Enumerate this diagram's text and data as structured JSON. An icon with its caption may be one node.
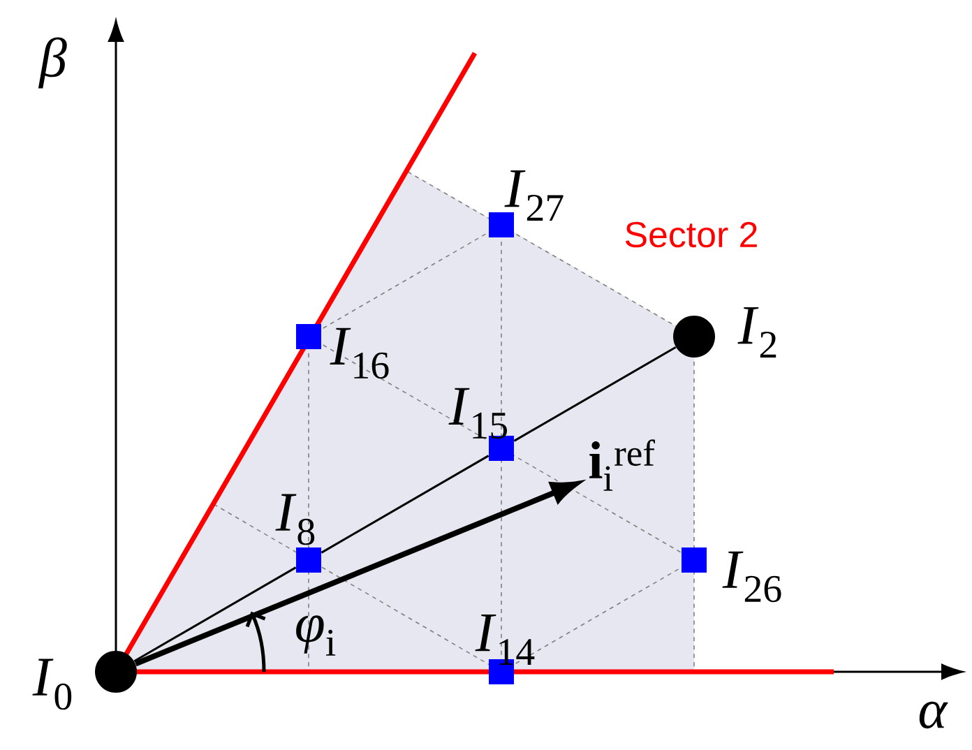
{
  "diagram": {
    "nodes": [
      {
        "text": [],
        "shape": "box",
        "beside": [
          "*I*$_{27}$"
        ]
      },
      {
        "text": [],
        "shape": "circle",
        "beside": [
          "*I*$_{2}$"
        ]
      },
      {
        "text": [],
        "shape": "box",
        "beside": [
          "*I*$_{16}$"
        ]
      },
      {
        "text": [],
        "shape": "box",
        "beside": [
          "*I*$_{15}$"
        ]
      },
      {
        "text": [
          "**i**$_{i}$$^{ref}$"
        ]
      },
      {
        "text": [],
        "shape": "box",
        "beside": [
          "*I*$_{8}$"
        ]
      },
      {
        "text": [],
        "shape": "box",
        "beside": [
          "*I*$_{26}$"
        ]
      },
      {
        "text": [],
        "shape": "circle",
        "beside": [
          "*I*$_{0}$"
        ]
      },
      {
        "text": [],
        "shape": "box",
        "beside": [
          "*I*$_{14}$"
        ]
      }
    ],
    "edges": [
      {
        "from": 7,
        "to": 5,
        "arrow": "none"
      },
      {
        "from": 5,
        "to": 3,
        "arrow": "none"
      },
      {
        "from": 3,
        "to": 1,
        "arrow": "none"
      },
      {
        "from": 7,
        "to": 4,
        "arrow": "to",
        "style": "thick"
      }
    ],
    "labels": [
      "*β*",
      "Sector 2",
      "*φ*$_{i}$",
      "*α*"
    ]
  }
}
